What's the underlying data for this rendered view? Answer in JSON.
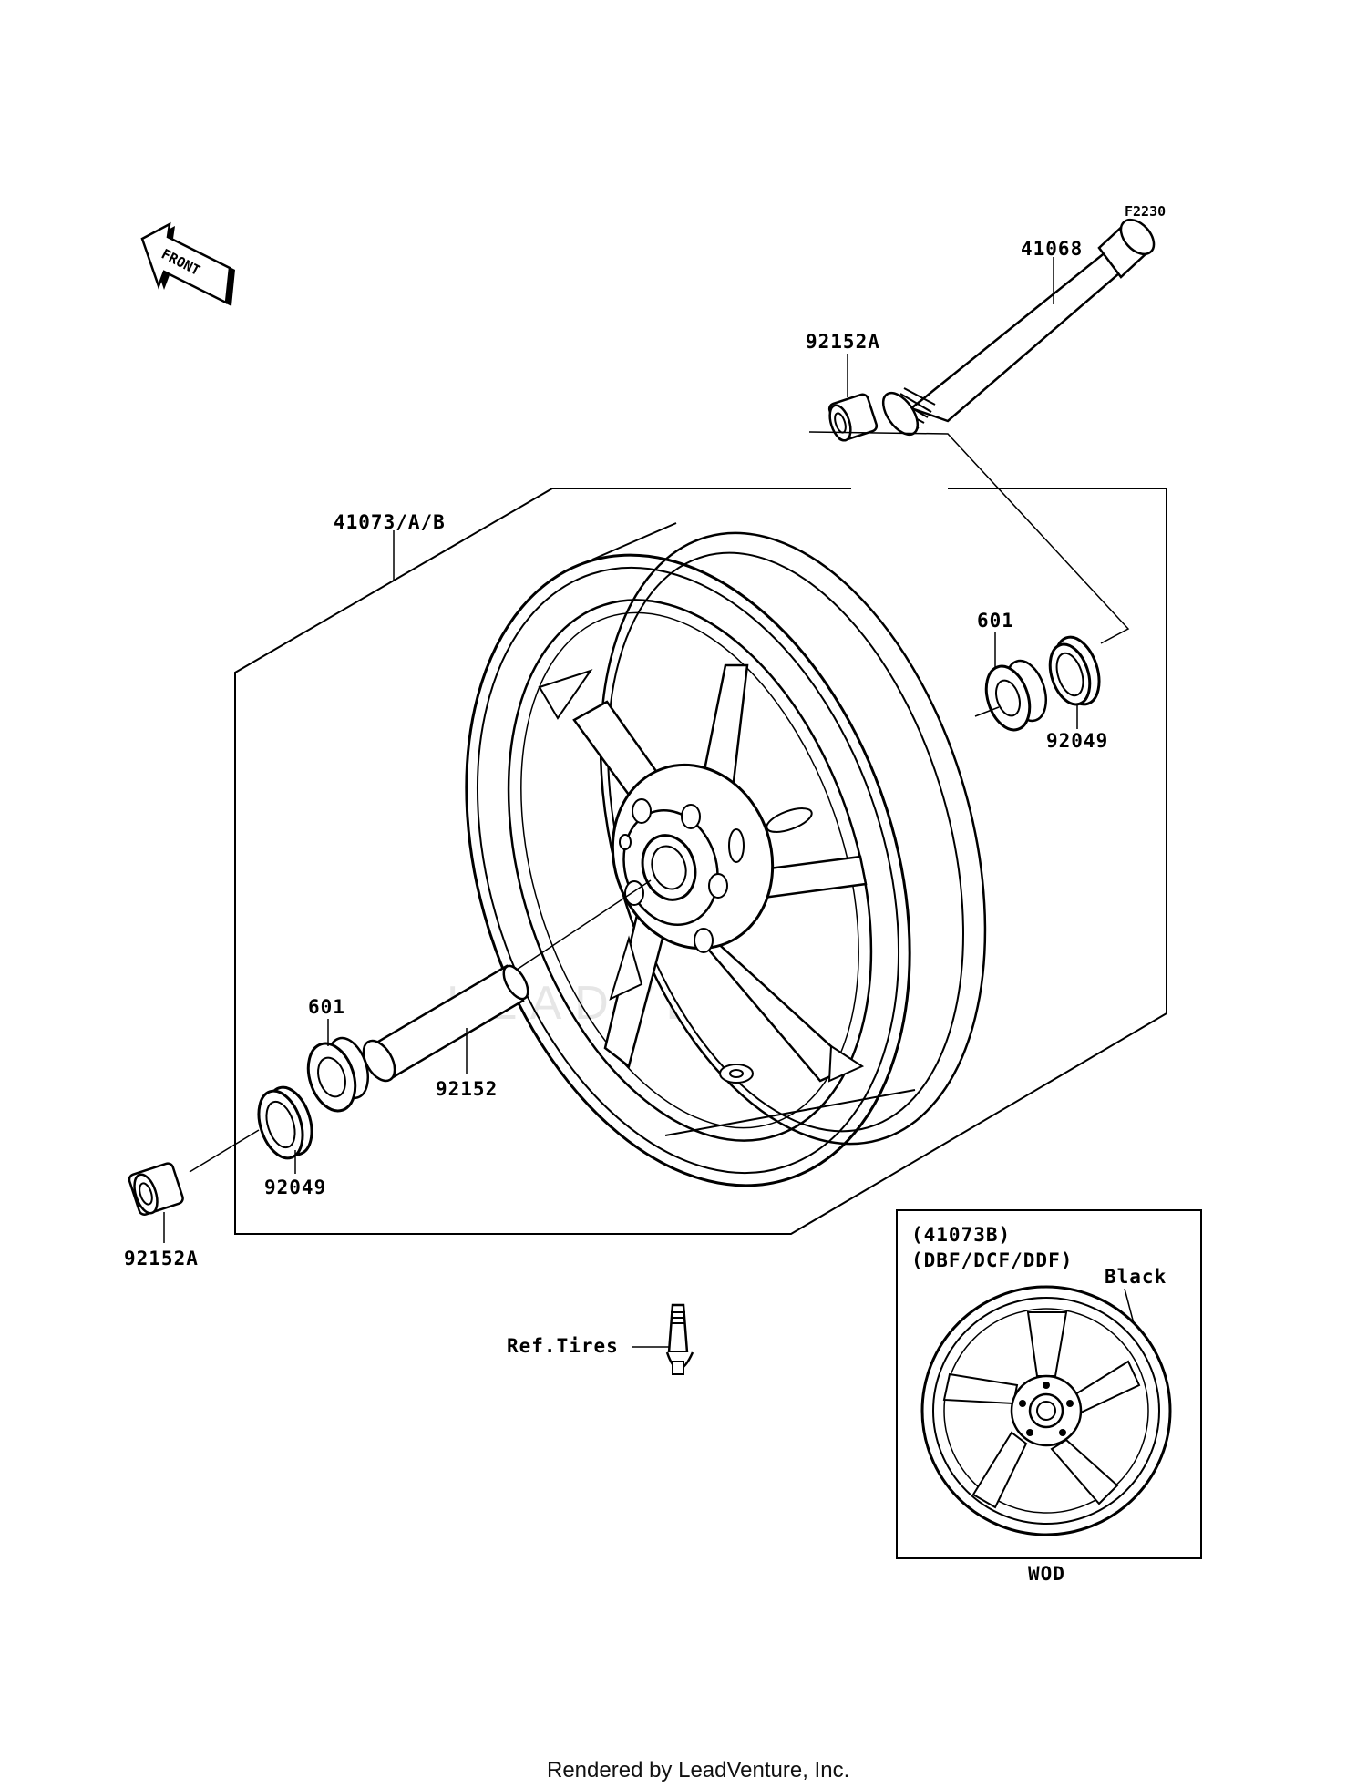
{
  "diagram": {
    "front_arrow": "FRONT",
    "watermark": "LEADVENTURE",
    "figure_code": "F2230",
    "labels": {
      "axle": "41068",
      "collar_top": "92152A",
      "wheel": "41073/A/B",
      "bearing_right": "601",
      "seal_right": "92049",
      "bearing_left": "601",
      "spacer": "92152",
      "seal_left": "92049",
      "collar_bottom": "92152A",
      "valve_ref": "Ref.Tires"
    },
    "inset": {
      "part": "(41073B)",
      "models": "(DBF/DCF/DDF)",
      "color": "Black",
      "code": "WOD"
    },
    "footer": "Rendered by LeadVenture, Inc."
  }
}
